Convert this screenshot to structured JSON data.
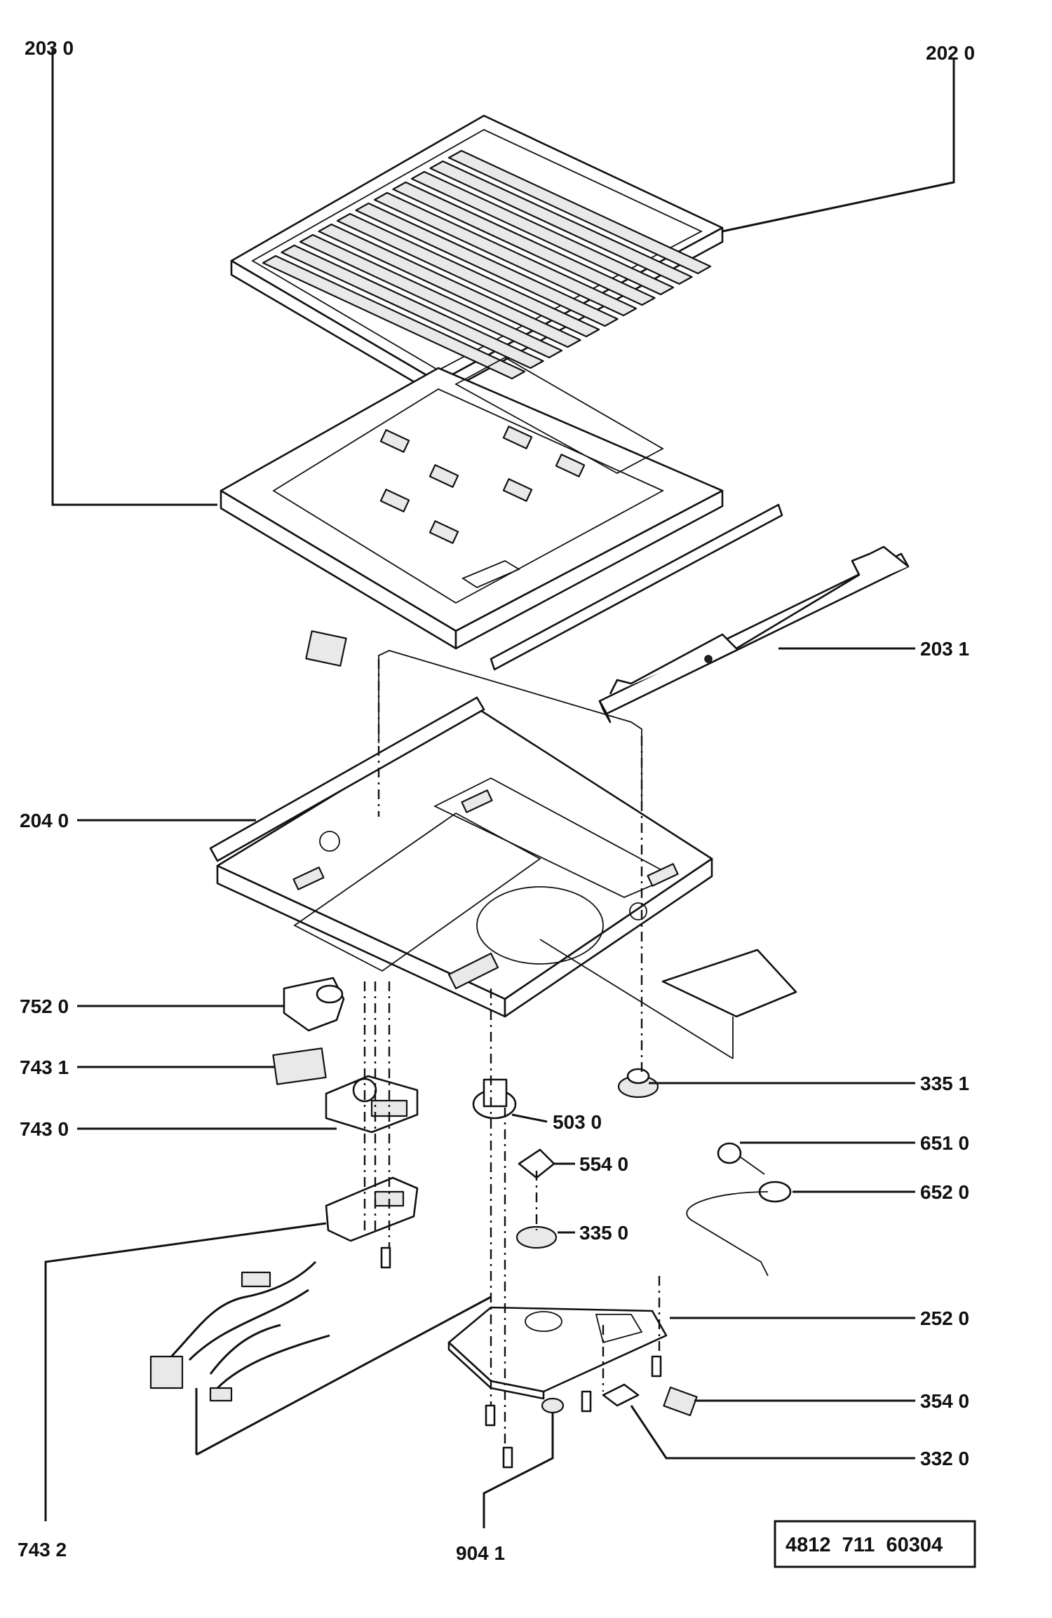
{
  "labels": {
    "l2030": "203 0",
    "l2020": "202 0",
    "l2031": "203 1",
    "l2040": "204 0",
    "l7520": "752 0",
    "l7431": "743 1",
    "l7430": "743 0",
    "l3351": "335 1",
    "l5030": "503 0",
    "l6510": "651 0",
    "l5540": "554 0",
    "l6520": "652 0",
    "l3350": "335 0",
    "l2520": "252 0",
    "l3540": "354 0",
    "l3320": "332 0",
    "l7432": "743 2",
    "l9041": "904 1"
  },
  "document_number": "4812  711  60304"
}
